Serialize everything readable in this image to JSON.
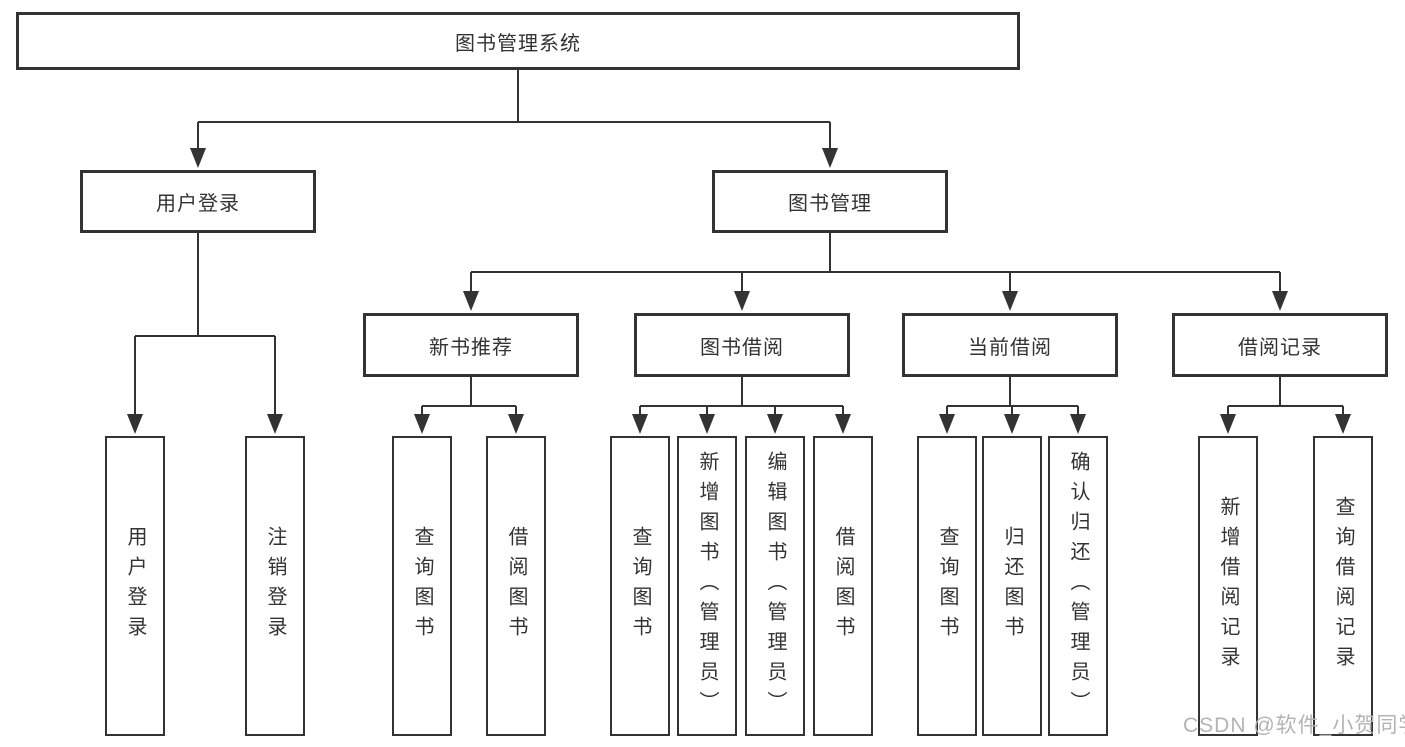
{
  "diagram": {
    "tree": {
      "root": {
        "label": "图书管理系统"
      },
      "branches": [
        {
          "label": "用户登录",
          "children": [
            {
              "label": "用户登录"
            },
            {
              "label": "注销登录"
            }
          ]
        },
        {
          "label": "图书管理",
          "children": [
            {
              "label": "新书推荐",
              "children": [
                {
                  "label": "查询图书"
                },
                {
                  "label": "借阅图书"
                }
              ]
            },
            {
              "label": "图书借阅",
              "children": [
                {
                  "label": "查询图书"
                },
                {
                  "label": "新增图书（管理员）"
                },
                {
                  "label": "编辑图书（管理员）"
                },
                {
                  "label": "借阅图书"
                }
              ]
            },
            {
              "label": "当前借阅",
              "children": [
                {
                  "label": "查询图书"
                },
                {
                  "label": "归还图书"
                },
                {
                  "label": "确认归还（管理员）"
                }
              ]
            },
            {
              "label": "借阅记录",
              "children": [
                {
                  "label": "新增借阅记录"
                },
                {
                  "label": "查询借阅记录"
                }
              ]
            }
          ]
        }
      ]
    },
    "watermark": "CSDN @软件_小贺同学",
    "colors": {
      "line": "#333333",
      "box_border": "#333333",
      "text": "#333333",
      "watermark": "#b4b4b4"
    }
  }
}
